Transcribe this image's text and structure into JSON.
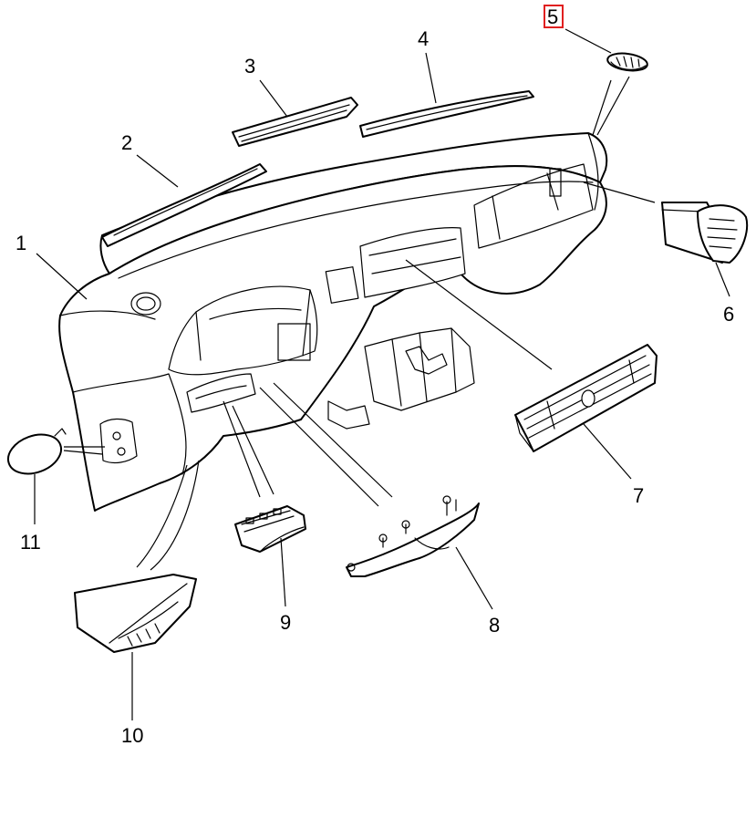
{
  "diagram": {
    "callouts": [
      {
        "id": "c1",
        "label": "1"
      },
      {
        "id": "c2",
        "label": "2"
      },
      {
        "id": "c3",
        "label": "3"
      },
      {
        "id": "c4",
        "label": "4"
      },
      {
        "id": "c5",
        "label": "5",
        "highlighted": true
      },
      {
        "id": "c6",
        "label": "6"
      },
      {
        "id": "c7",
        "label": "7"
      },
      {
        "id": "c8",
        "label": "8"
      },
      {
        "id": "c9",
        "label": "9"
      },
      {
        "id": "c10",
        "label": "10"
      },
      {
        "id": "c11",
        "label": "11"
      }
    ],
    "highlight_color": "#e02020",
    "line_color": "#000000",
    "background": "#ffffff"
  }
}
